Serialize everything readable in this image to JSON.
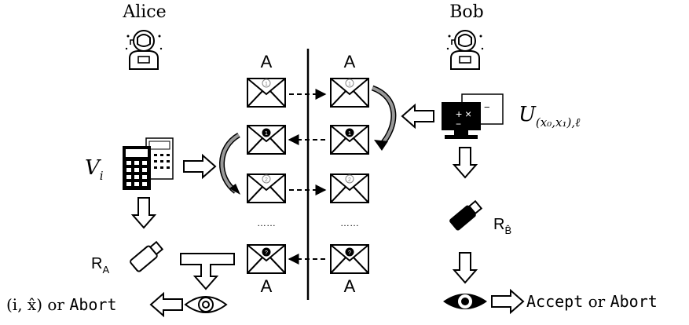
{
  "parties": {
    "alice": "Alice",
    "bob": "Bob"
  },
  "columns": {
    "left_top": "A",
    "right_top": "A",
    "left_bottom": "A",
    "right_bottom": "A"
  },
  "envelopes": {
    "row1_mark": "1",
    "row2_mark": "1",
    "row3_mark": "2",
    "row5_mark": "?",
    "ellipsis": "……"
  },
  "labels": {
    "verifier": "V",
    "verifier_sub": "i",
    "unitary": "U",
    "unitary_sub": "(x₀,x₁),ℓ",
    "register_alice": "R",
    "register_alice_sub": "A",
    "register_bob": "R",
    "register_bob_sub": "B̂"
  },
  "outcomes": {
    "alice_result": "(i, x̂) or ",
    "alice_abort": "Abort",
    "bob_accept": "Accept",
    "bob_or": " or ",
    "bob_abort": "Abort"
  },
  "icons": {
    "person": "astronaut-icon",
    "envelope": "envelope-icon",
    "calculator": "calculator-icon",
    "computer": "computer-icon",
    "usb": "usb-drive-icon",
    "eye": "eye-icon"
  }
}
